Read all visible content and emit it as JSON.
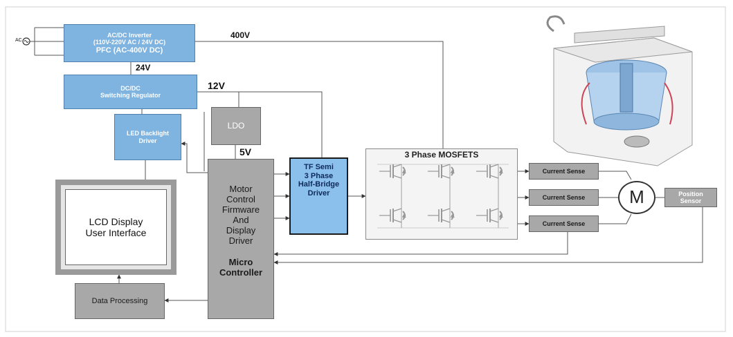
{
  "blocks": {
    "acdc": {
      "line1": "AC/DC Inverter",
      "line2": "(110V-220V AC / 24V DC)",
      "line3": "PFC (AC-400V DC)"
    },
    "dcdc": {
      "line1": "DC/DC",
      "line2": "Switching Regulator"
    },
    "led": {
      "line1": "LED Backlight",
      "line2": "Driver"
    },
    "ldo": {
      "label": "LDO"
    },
    "lcd": {
      "line1": "LCD Display",
      "line2": "User Interface"
    },
    "data_processing": {
      "label": "Data Processing"
    },
    "mcu": {
      "line1": "Motor",
      "line2": "Control",
      "line3": "Firmware",
      "line4": "And",
      "line5": "Display",
      "line6": "Driver",
      "line7": "Micro",
      "line8": "Controller"
    },
    "tf": {
      "line1": "TF Semi",
      "line2": "3 Phase",
      "line3": "Half-Bridge",
      "line4": "Driver"
    },
    "mosfets": {
      "title": "3 Phase MOSFETS"
    },
    "current_sense": [
      "Current Sense",
      "Current Sense",
      "Current Sense"
    ],
    "motor": {
      "label": "M"
    },
    "position": {
      "line1": "Position",
      "line2": "Sensor"
    }
  },
  "labels": {
    "ac": "AC",
    "v400": "400V",
    "v24": "24V",
    "v12": "12V",
    "v5": "5V"
  },
  "colors": {
    "block_blue": "#7fb3e0",
    "block_gray": "#a8a8a8",
    "wire": "#555555"
  },
  "icons": {
    "ac_source": "ac-source-icon",
    "washing_machine": "washing-machine-illustration",
    "mosfet": "mosfet-symbol-icon"
  }
}
